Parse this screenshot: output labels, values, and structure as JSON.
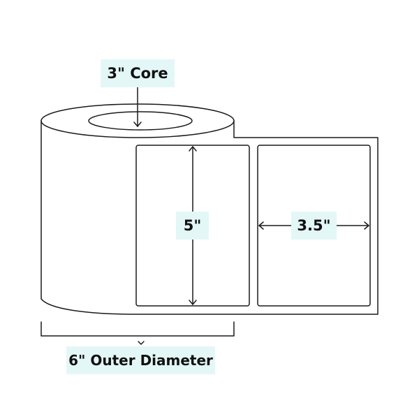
{
  "labels": {
    "core": "3\" Core",
    "label_height": "5\"",
    "label_width": "3.5\"",
    "outer_diameter": "6\" Outer Diameter"
  },
  "colors": {
    "stroke": "#1a1a1a",
    "label_background": "#e3f7f6",
    "background": "#ffffff"
  }
}
